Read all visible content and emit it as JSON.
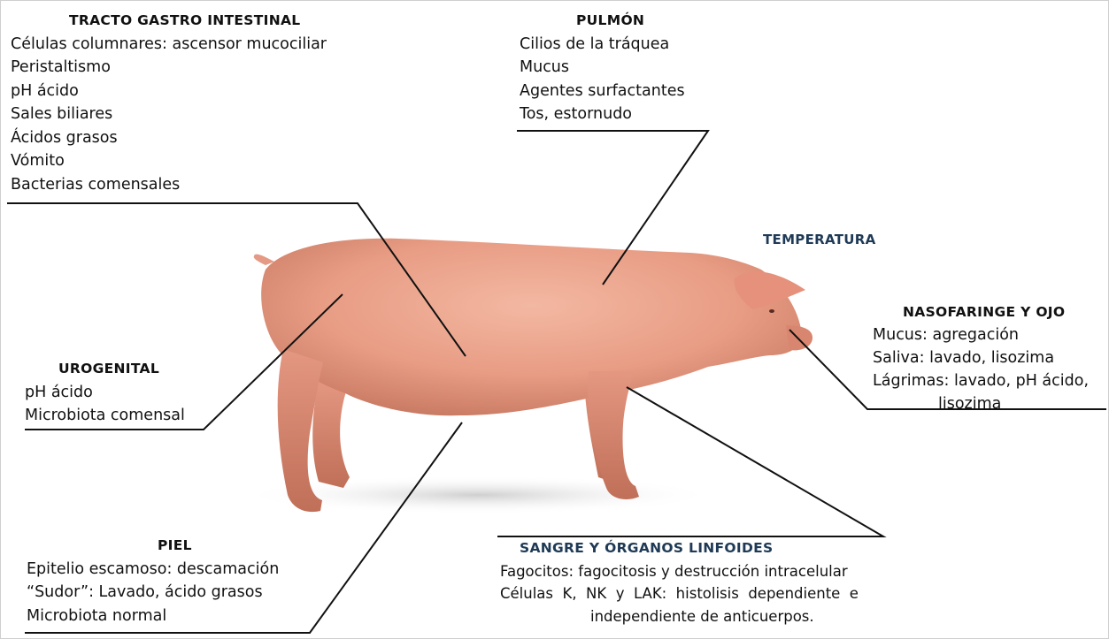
{
  "colors": {
    "text": "#111111",
    "leader": "#111111",
    "title_blue": "#1f3a56",
    "pig_skin": "#e8a08a",
    "pig_shadow": "#b86a55"
  },
  "gi": {
    "title": "TRACTO GASTRO INTESTINAL",
    "items": [
      "Células columnares: ascensor mucociliar",
      "Peristaltismo",
      "pH ácido",
      "Sales biliares",
      "Ácidos grasos",
      "Vómito",
      "Bacterias comensales"
    ]
  },
  "lung": {
    "title": "PULMÓN",
    "items": [
      "Cilios  de la tráquea",
      "Mucus",
      "Agentes surfactantes",
      "Tos, estornudo"
    ]
  },
  "temperature": {
    "title": "TEMPERATURA"
  },
  "naso": {
    "title": "NASOFARINGE Y OJO",
    "items": [
      "Mucus: agregación",
      "Saliva: lavado, lisozima",
      "Lágrimas: lavado, pH ácido,",
      "lisozima"
    ]
  },
  "uro": {
    "title": "UROGENITAL",
    "items": [
      "pH ácido",
      "Microbiota comensal"
    ]
  },
  "skin": {
    "title": "PIEL",
    "items": [
      "Epitelio escamoso: descamación",
      "“Sudor”: Lavado, ácido grasos",
      "Microbiota normal"
    ]
  },
  "blood": {
    "title": "SANGRE Y ÓRGANOS LINFOIDES",
    "items": [
      "Fagocitos: fagocitosis y destrucción intracelular",
      "Células  K,  NK  y  LAK:  histolisis  dependiente  e",
      "independiente de anticuerpos."
    ]
  }
}
